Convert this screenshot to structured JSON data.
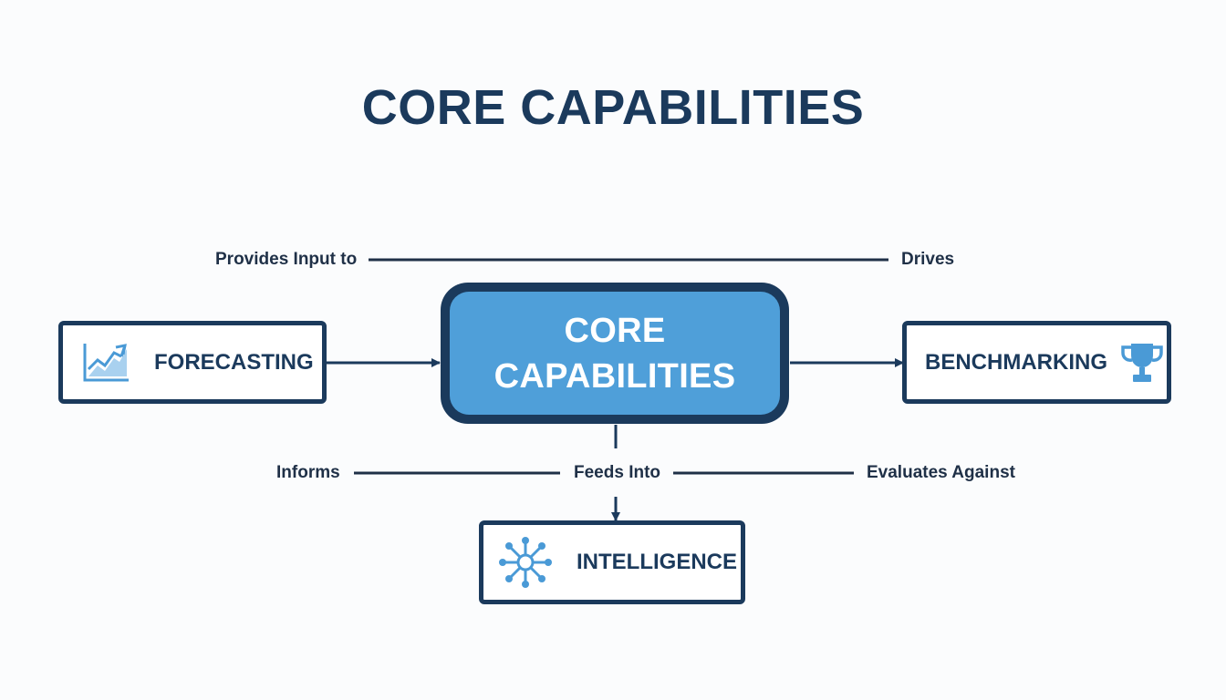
{
  "title": "CORE CAPABILITIES",
  "center_node": {
    "line1": "CORE",
    "line2": "CAPABILITIES"
  },
  "nodes": {
    "forecasting": {
      "label": "FORECASTING",
      "icon": "trend-chart-icon"
    },
    "benchmarking": {
      "label": "BENCHMARKING",
      "icon": "trophy-icon"
    },
    "intelligence": {
      "label": "INTELLIGENCE",
      "icon": "network-hub-icon"
    }
  },
  "relations": {
    "provides_input_to": "Provides Input to",
    "drives": "Drives",
    "informs": "Informs",
    "feeds_into": "Feeds Into",
    "evaluates_against": "Evaluates Against"
  },
  "colors": {
    "dark_navy": "#1b3a5c",
    "core_blue": "#4f9fd9",
    "icon_blue": "#4a9ad6",
    "background": "#fbfcfd"
  }
}
